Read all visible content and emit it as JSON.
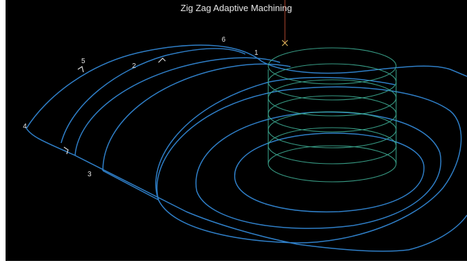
{
  "title": "Zig Zag Adaptive Machining",
  "markers": {
    "m1": "1",
    "m2": "2",
    "m3": "3",
    "m4": "4",
    "m5": "5",
    "m6": "6"
  },
  "colors": {
    "background": "#000000",
    "toolpath": "#2f7fc8",
    "helix": "#3fae95",
    "tool_marker": "#d6b15a"
  },
  "icons": [
    "cross-marker-icon",
    "arrow-marker-icon"
  ]
}
